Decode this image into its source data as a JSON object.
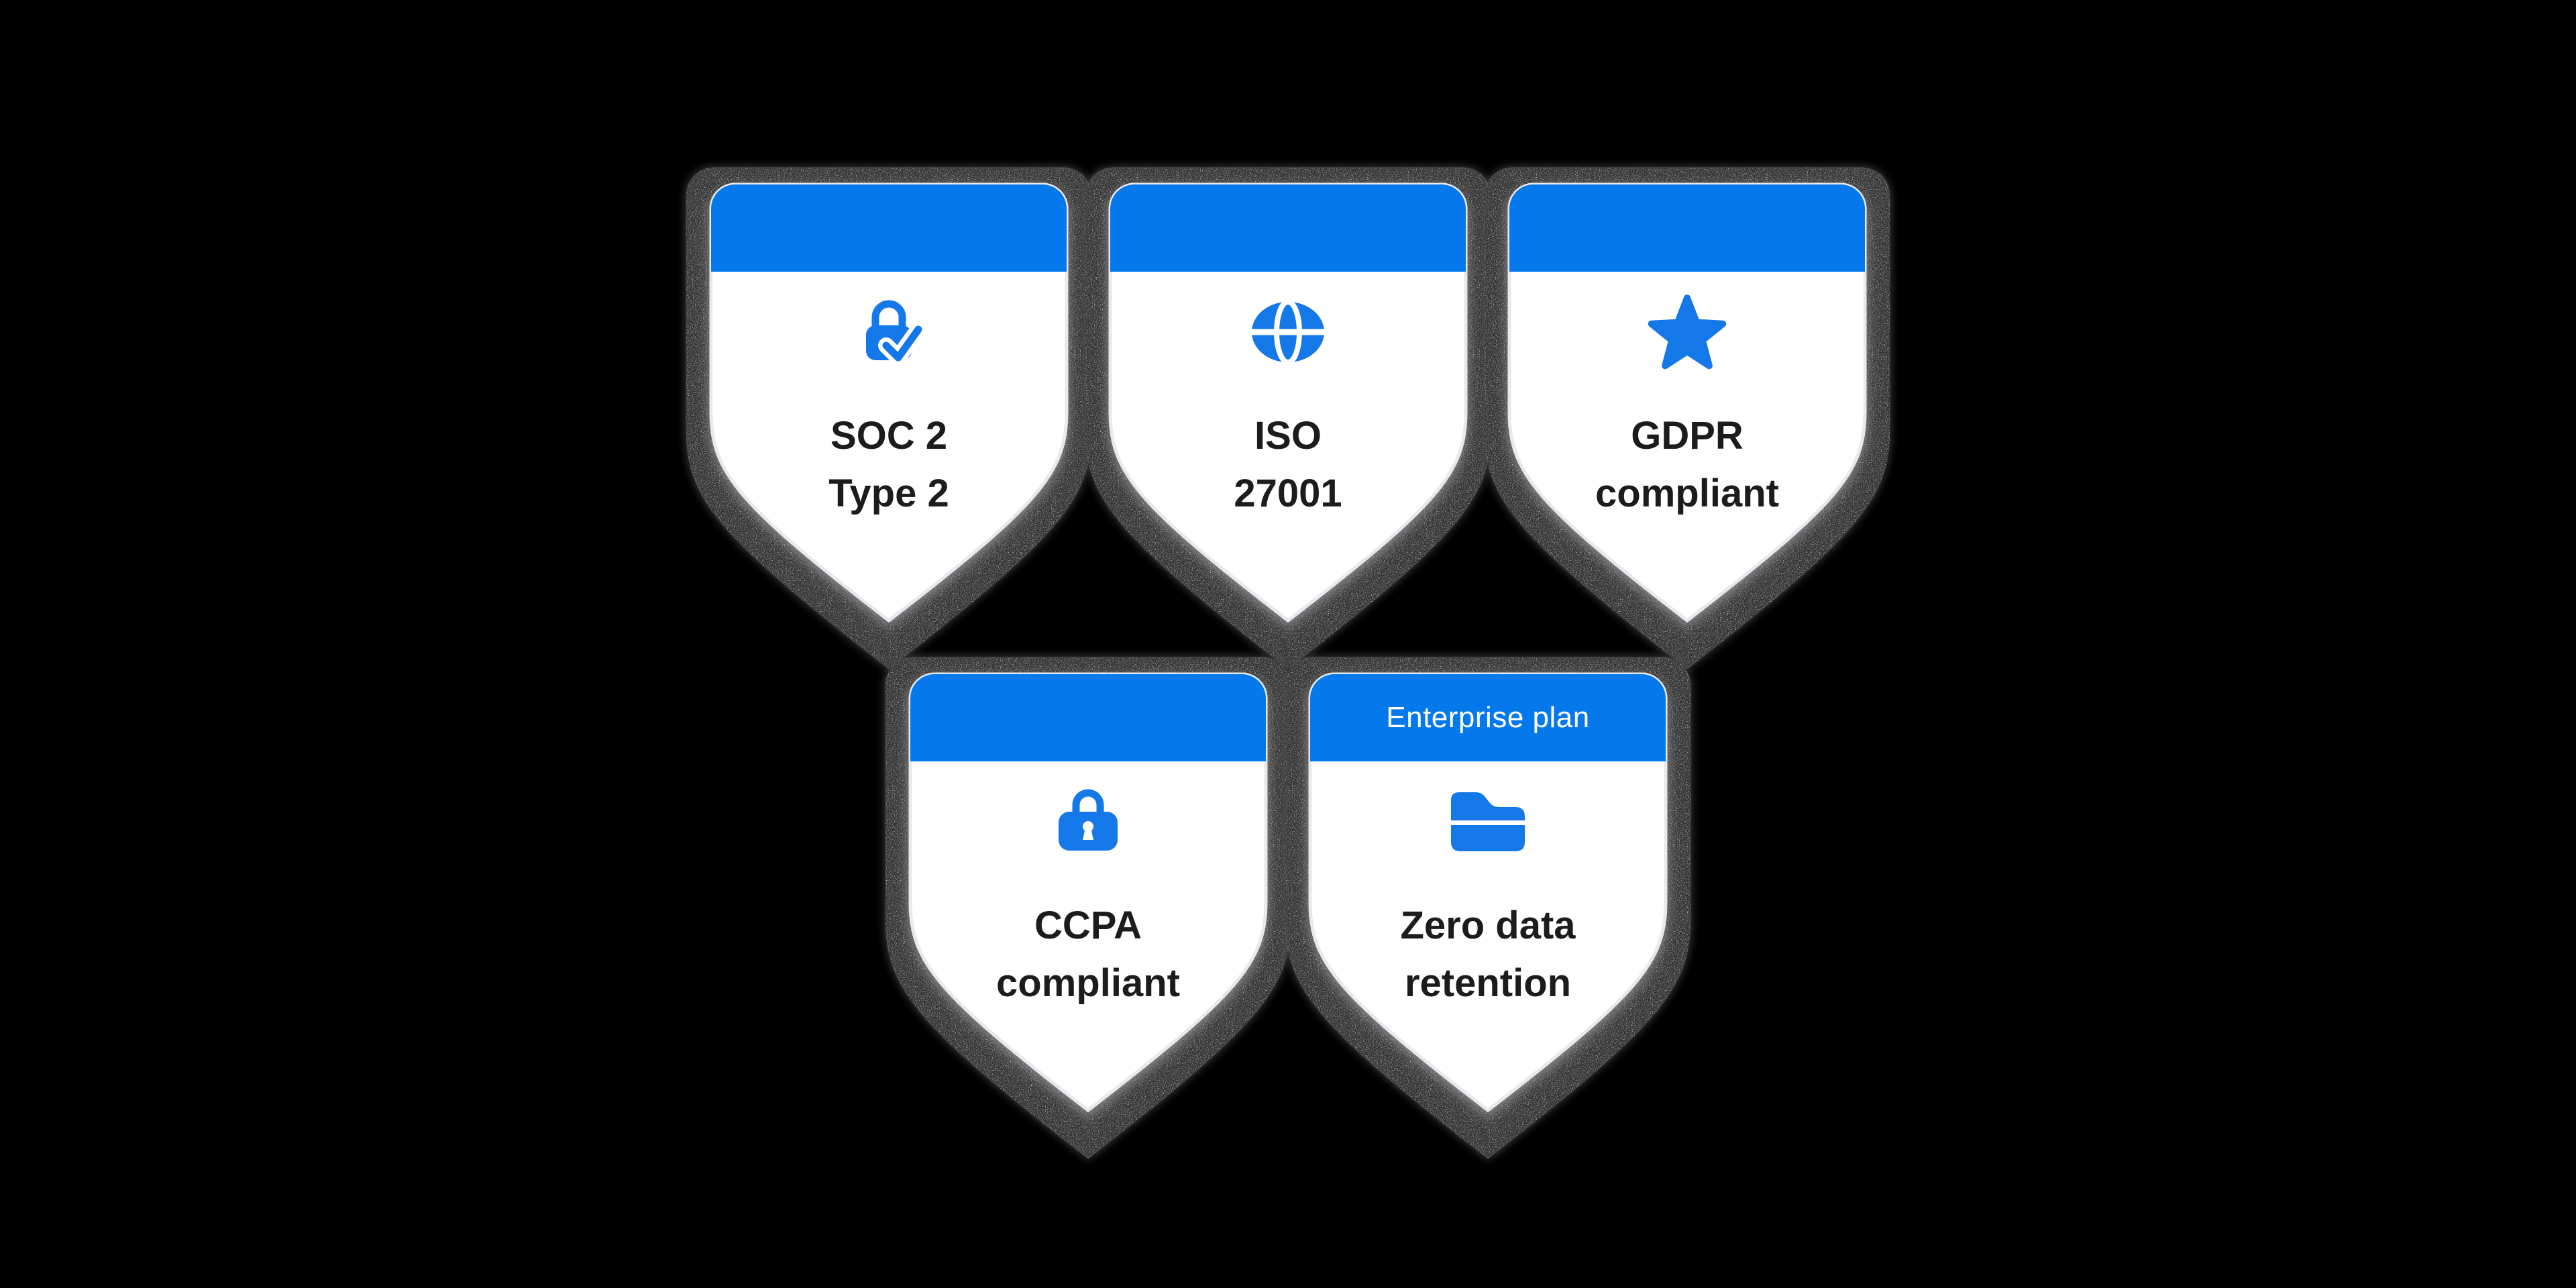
{
  "page": {
    "background_color": "#000000"
  },
  "colors": {
    "header_blue": "#0578EC",
    "icon_blue": "#1578E8",
    "badge_white": "#FFFFFF",
    "label_color": "#1C1C1F",
    "header_text_color": "#FFFFFF",
    "grain_gray": "#474747"
  },
  "badges": [
    {
      "name": "soc2-type2",
      "icon": "lock-check-icon",
      "line1": "SOC 2",
      "line2": "Type 2"
    },
    {
      "name": "iso-27001",
      "icon": "globe-icon",
      "line1": "ISO",
      "line2": "27001"
    },
    {
      "name": "gdpr-compliant",
      "icon": "star-icon",
      "line1": "GDPR",
      "line2": "compliant"
    },
    {
      "name": "ccpa-compliant",
      "icon": "lock-icon",
      "line1": "CCPA",
      "line2": "compliant"
    },
    {
      "name": "zero-data-retention",
      "icon": "folder-icon",
      "header_label": "Enterprise plan",
      "line1": "Zero data",
      "line2": "retention"
    }
  ]
}
